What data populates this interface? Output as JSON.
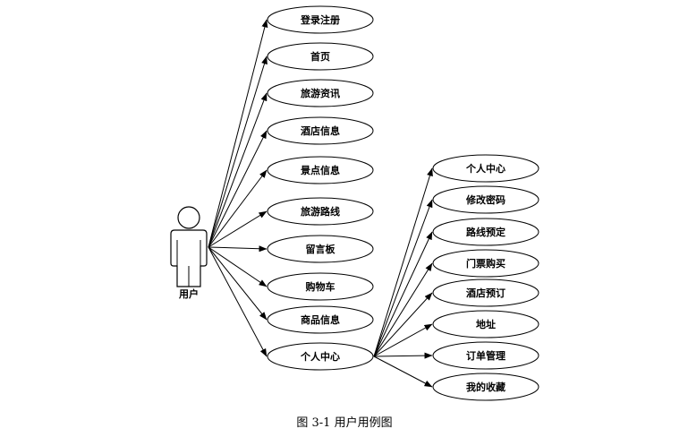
{
  "actor": {
    "label": "用户"
  },
  "primary_use_cases": [
    "登录注册",
    "首页",
    "旅游资讯",
    "酒店信息",
    "景点信息",
    "旅游路线",
    "留言板",
    "购物车",
    "商品信息",
    "个人中心"
  ],
  "sub_use_cases": [
    "个人中心",
    "修改密码",
    "路线预定",
    "门票购买",
    "酒店预订",
    "地址",
    "订单管理",
    "我的收藏"
  ],
  "caption": "图 3-1 用户用例图"
}
